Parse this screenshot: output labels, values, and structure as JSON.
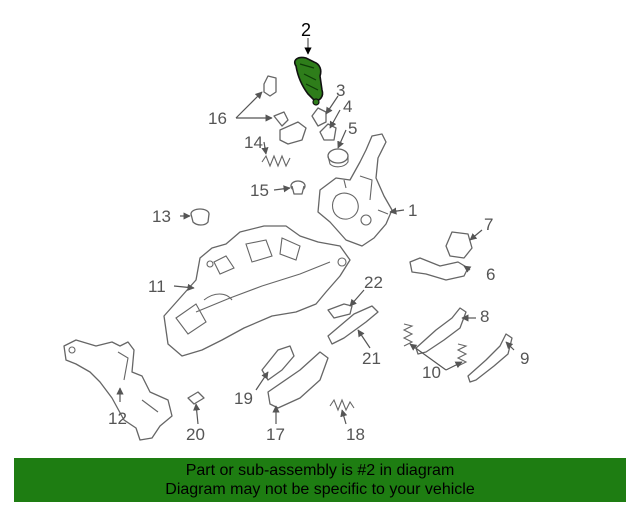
{
  "diagram": {
    "highlight_color": "#2e7d1a",
    "banner_color": "#1e7d12",
    "callouts": [
      {
        "id": "2",
        "text": "2",
        "highlighted": true
      },
      {
        "id": "1",
        "text": "1"
      },
      {
        "id": "3",
        "text": "3"
      },
      {
        "id": "4",
        "text": "4"
      },
      {
        "id": "5",
        "text": "5"
      },
      {
        "id": "6",
        "text": "6"
      },
      {
        "id": "7",
        "text": "7"
      },
      {
        "id": "8",
        "text": "8"
      },
      {
        "id": "9",
        "text": "9"
      },
      {
        "id": "10",
        "text": "10"
      },
      {
        "id": "11",
        "text": "11"
      },
      {
        "id": "12",
        "text": "12"
      },
      {
        "id": "13",
        "text": "13"
      },
      {
        "id": "14",
        "text": "14"
      },
      {
        "id": "15",
        "text": "15"
      },
      {
        "id": "16",
        "text": "16"
      },
      {
        "id": "17",
        "text": "17"
      },
      {
        "id": "18",
        "text": "18"
      },
      {
        "id": "19",
        "text": "19"
      },
      {
        "id": "20",
        "text": "20"
      },
      {
        "id": "21",
        "text": "21"
      },
      {
        "id": "22",
        "text": "22"
      }
    ]
  },
  "banner": {
    "line1": "Part or sub-assembly is #2 in diagram",
    "line2": "Diagram may not be specific to your vehicle"
  }
}
